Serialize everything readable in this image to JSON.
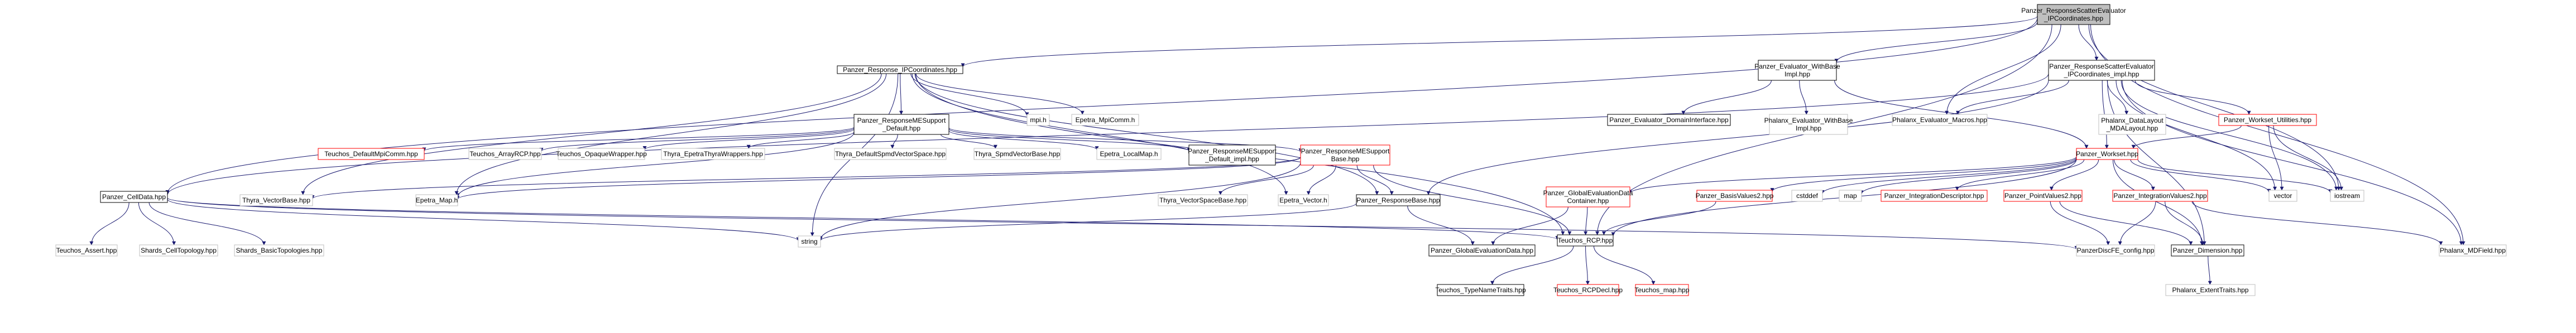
{
  "diagram": {
    "nodes": [
      {
        "id": "root",
        "lines": [
          "Panzer_ResponseScatterEvaluator",
          "_IPCoordinates.hpp"
        ],
        "style": "root"
      },
      {
        "id": "ipcoords",
        "lines": [
          "Panzer_Response_IPCoordinates.hpp"
        ],
        "style": "black"
      },
      {
        "id": "evalwithbase",
        "lines": [
          "Panzer_Evaluator_WithBase",
          "Impl.hpp"
        ],
        "style": "black"
      },
      {
        "id": "scatterimpl",
        "lines": [
          "Panzer_ResponseScatterEvaluator",
          "_IPCoordinates_impl.hpp"
        ],
        "style": "black"
      },
      {
        "id": "mpih",
        "lines": [
          "mpi.h"
        ],
        "style": "gray"
      },
      {
        "id": "epetrampicomm",
        "lines": [
          "Epetra_MpiComm.h"
        ],
        "style": "gray"
      },
      {
        "id": "mesupportdefault",
        "lines": [
          "Panzer_ResponseMESupport",
          "_Default.hpp"
        ],
        "style": "black"
      },
      {
        "id": "evaldomain",
        "lines": [
          "Panzer_Evaluator_DomainInterface.hpp"
        ],
        "style": "black"
      },
      {
        "id": "phalanxwithbase",
        "lines": [
          "Phalanx_Evaluator_WithBase",
          "Impl.hpp"
        ],
        "style": "gray"
      },
      {
        "id": "phalanxmacros",
        "lines": [
          "Phalanx_Evaluator_Macros.hpp"
        ],
        "style": "gray"
      },
      {
        "id": "phalanxlayout",
        "lines": [
          "Phalanx_DataLayout",
          "_MDALayout.hpp"
        ],
        "style": "gray"
      },
      {
        "id": "workset_utilities",
        "lines": [
          "Panzer_Workset_Utilities.hpp"
        ],
        "style": "red"
      },
      {
        "id": "tdefaultmpicomm",
        "lines": [
          "Teuchos_DefaultMpiComm.hpp"
        ],
        "style": "red"
      },
      {
        "id": "tarrayrcp",
        "lines": [
          "Teuchos_ArrayRCP.hpp"
        ],
        "style": "gray"
      },
      {
        "id": "topaque",
        "lines": [
          "Teuchos_OpaqueWrapper.hpp"
        ],
        "style": "gray"
      },
      {
        "id": "thyraepetra",
        "lines": [
          "Thyra_EpetraThyraWrappers.hpp"
        ],
        "style": "gray"
      },
      {
        "id": "thyraspmd",
        "lines": [
          "Thyra_DefaultSpmdVectorSpace.hpp"
        ],
        "style": "gray"
      },
      {
        "id": "thyraspmdvec",
        "lines": [
          "Thyra_SpmdVectorBase.hpp"
        ],
        "style": "gray"
      },
      {
        "id": "epetralocalmap",
        "lines": [
          "Epetra_LocalMap.h"
        ],
        "style": "gray"
      },
      {
        "id": "mesupportdefaultimpl",
        "lines": [
          "Panzer_ResponseMESupport",
          "_Default_impl.hpp"
        ],
        "style": "black"
      },
      {
        "id": "mesupportbase",
        "lines": [
          "Panzer_ResponseMESupport",
          "Base.hpp"
        ],
        "style": "red"
      },
      {
        "id": "workset",
        "lines": [
          "Panzer_Workset.hpp"
        ],
        "style": "red"
      },
      {
        "id": "celldata",
        "lines": [
          "Panzer_CellData.hpp"
        ],
        "style": "black"
      },
      {
        "id": "thyravectorbase",
        "lines": [
          "Thyra_VectorBase.hpp"
        ],
        "style": "gray"
      },
      {
        "id": "epetramap",
        "lines": [
          "Epetra_Map.h"
        ],
        "style": "gray"
      },
      {
        "id": "thyravectorspacebase",
        "lines": [
          "Thyra_VectorSpaceBase.hpp"
        ],
        "style": "gray"
      },
      {
        "id": "epetravector",
        "lines": [
          "Epetra_Vector.h"
        ],
        "style": "gray"
      },
      {
        "id": "responsebase",
        "lines": [
          "Panzer_ResponseBase.hpp"
        ],
        "style": "black"
      },
      {
        "id": "globalevalcontainer",
        "lines": [
          "Panzer_GlobalEvaluationData",
          "Container.hpp"
        ],
        "style": "red"
      },
      {
        "id": "basisvalues2",
        "lines": [
          "Panzer_BasisValues2.hpp"
        ],
        "style": "red"
      },
      {
        "id": "cstddef",
        "lines": [
          "cstddef"
        ],
        "style": "gray"
      },
      {
        "id": "map",
        "lines": [
          "map"
        ],
        "style": "gray"
      },
      {
        "id": "integrationdescriptor",
        "lines": [
          "Panzer_IntegrationDescriptor.hpp"
        ],
        "style": "red"
      },
      {
        "id": "pointvalues2",
        "lines": [
          "Panzer_PointValues2.hpp"
        ],
        "style": "red"
      },
      {
        "id": "integrationvalues2",
        "lines": [
          "Panzer_IntegrationValues2.hpp"
        ],
        "style": "red"
      },
      {
        "id": "vector",
        "lines": [
          "vector"
        ],
        "style": "gray"
      },
      {
        "id": "iostream",
        "lines": [
          "iostream"
        ],
        "style": "gray"
      },
      {
        "id": "teuchosasset",
        "lines": [
          "Teuchos_Assert.hpp"
        ],
        "style": "gray"
      },
      {
        "id": "shardscelltopo",
        "lines": [
          "Shards_CellTopology.hpp"
        ],
        "style": "gray"
      },
      {
        "id": "shardsbasictopo",
        "lines": [
          "Shards_BasicTopologies.hpp"
        ],
        "style": "gray"
      },
      {
        "id": "string",
        "lines": [
          "string"
        ],
        "style": "gray"
      },
      {
        "id": "globalevaldata",
        "lines": [
          "Panzer_GlobalEvaluationData.hpp"
        ],
        "style": "black"
      },
      {
        "id": "teuchosrcp",
        "lines": [
          "Teuchos_RCP.hpp"
        ],
        "style": "black"
      },
      {
        "id": "panzerconfig",
        "lines": [
          "PanzerDiscFE_config.hpp"
        ],
        "style": "gray"
      },
      {
        "id": "dimension",
        "lines": [
          "Panzer_Dimension.hpp"
        ],
        "style": "black"
      },
      {
        "id": "phalanxmdfield",
        "lines": [
          "Phalanx_MDField.hpp"
        ],
        "style": "gray"
      },
      {
        "id": "typenametraits",
        "lines": [
          "Teuchos_TypeNameTraits.hpp"
        ],
        "style": "black"
      },
      {
        "id": "rcpdecl",
        "lines": [
          "Teuchos_RCPDecl.hpp"
        ],
        "style": "red"
      },
      {
        "id": "teuchosmap",
        "lines": [
          "Teuchos_map.hpp"
        ],
        "style": "red"
      },
      {
        "id": "extenttraits",
        "lines": [
          "Phalanx_ExtentTraits.hpp"
        ],
        "style": "gray"
      }
    ],
    "colors": {
      "edge": "#191970",
      "root_fill": "#bfbfbf",
      "black_border": "#000000",
      "gray_border": "#bfbfbf",
      "red_border": "#ff0000",
      "node_fill": "#ffffff"
    }
  }
}
